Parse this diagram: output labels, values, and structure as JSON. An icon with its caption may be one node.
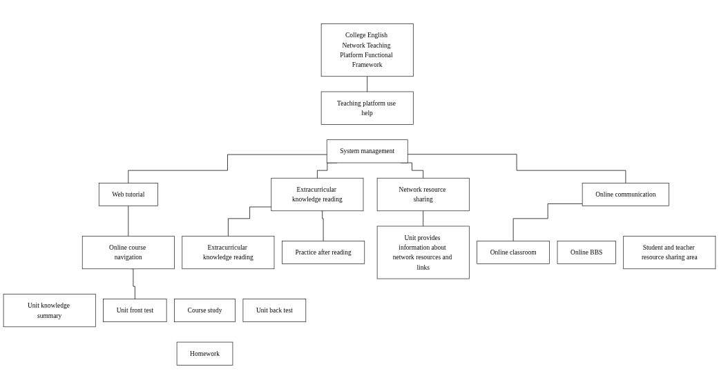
{
  "diagram": {
    "nodes": [
      {
        "text": [
          "College English Network Teaching Platform Functional Framework"
        ]
      },
      {
        "text": [
          "Teaching platform use help"
        ]
      },
      {
        "text": [
          "System management"
        ]
      },
      {
        "text": [
          "Web tutorial"
        ]
      },
      {
        "text": [
          "Online communication"
        ]
      },
      {
        "text": [
          "Extracurricular knowledge reading"
        ]
      },
      {
        "text": [
          "Network resource sharing"
        ]
      },
      {
        "text": [
          "Online course navigation"
        ]
      },
      {
        "text": [
          "Extracurricular knowledge reading"
        ]
      },
      {
        "text": [
          "Practice after reading"
        ]
      },
      {
        "text": [
          "Unit provides information about network resources and links"
        ]
      },
      {
        "text": [
          "Unit knowledge summary"
        ]
      },
      {
        "text": [
          "Unit front test"
        ]
      },
      {
        "text": [
          "Course study"
        ]
      },
      {
        "text": [
          "Homework"
        ]
      },
      {
        "text": [
          "Unit back test"
        ]
      },
      {
        "text": [
          "Online classroom"
        ]
      },
      {
        "text": [
          "Online BBS"
        ]
      },
      {
        "text": [
          "Student and teacher resource sharing area"
        ]
      }
    ],
    "edges": [
      {
        "from": 0,
        "to": 1,
        "arrow": "none"
      },
      {
        "from": 2,
        "to": 3,
        "arrow": "none"
      },
      {
        "from": 2,
        "to": 4,
        "arrow": "none"
      },
      {
        "from": 2,
        "to": 5,
        "arrow": "none"
      },
      {
        "from": 2,
        "to": 6,
        "arrow": "none"
      },
      {
        "from": 3,
        "to": 7,
        "arrow": "none"
      },
      {
        "from": 5,
        "to": 8,
        "arrow": "none"
      },
      {
        "from": 5,
        "to": 9,
        "arrow": "none"
      },
      {
        "from": 6,
        "to": 10,
        "arrow": "none"
      },
      {
        "from": 7,
        "to": 12,
        "arrow": "none"
      },
      {
        "from": 4,
        "to": 16,
        "arrow": "none"
      }
    ]
  }
}
